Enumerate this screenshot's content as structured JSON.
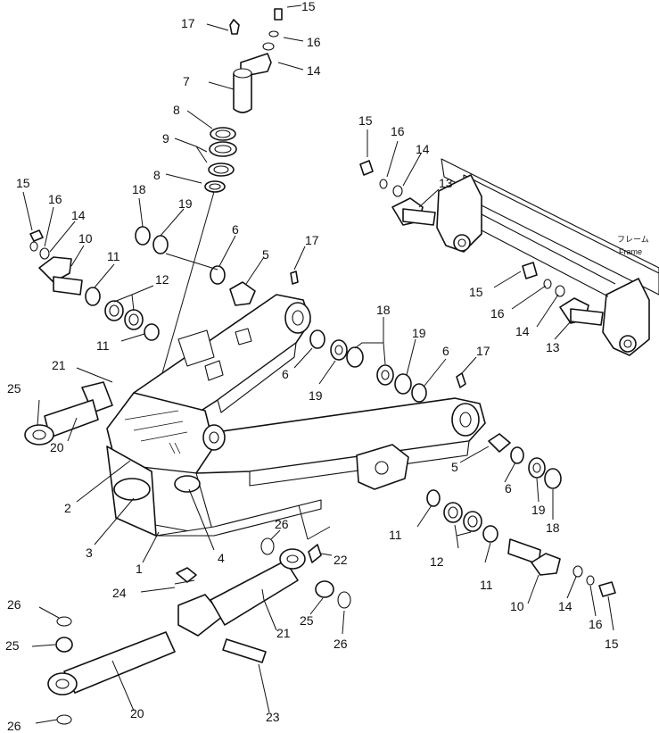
{
  "frame_label_jp": "フレーム",
  "frame_label_en": "Frame",
  "callouts": [
    {
      "id": "c17a",
      "text": "17"
    },
    {
      "id": "c15a",
      "text": "15"
    },
    {
      "id": "c16a",
      "text": "16"
    },
    {
      "id": "c7",
      "text": "7"
    },
    {
      "id": "c14a",
      "text": "14"
    },
    {
      "id": "c8a",
      "text": "8"
    },
    {
      "id": "c9",
      "text": "9"
    },
    {
      "id": "c8b",
      "text": "8"
    },
    {
      "id": "c15b",
      "text": "15"
    },
    {
      "id": "c16b",
      "text": "16"
    },
    {
      "id": "c14b",
      "text": "14"
    },
    {
      "id": "c13a",
      "text": "13"
    },
    {
      "id": "c15c",
      "text": "15"
    },
    {
      "id": "c16c",
      "text": "16"
    },
    {
      "id": "c14c",
      "text": "14"
    },
    {
      "id": "c10a",
      "text": "10"
    },
    {
      "id": "c18a",
      "text": "18"
    },
    {
      "id": "c19a",
      "text": "19"
    },
    {
      "id": "c6a",
      "text": "6"
    },
    {
      "id": "c17b",
      "text": "17"
    },
    {
      "id": "c11a",
      "text": "11"
    },
    {
      "id": "c12a",
      "text": "12"
    },
    {
      "id": "c5a",
      "text": "5"
    },
    {
      "id": "c15d",
      "text": "15"
    },
    {
      "id": "c16d",
      "text": "16"
    },
    {
      "id": "c14d",
      "text": "14"
    },
    {
      "id": "c13b",
      "text": "13"
    },
    {
      "id": "c11b",
      "text": "11"
    },
    {
      "id": "c18b",
      "text": "18"
    },
    {
      "id": "c19b",
      "text": "19"
    },
    {
      "id": "c21a",
      "text": "21"
    },
    {
      "id": "c6b",
      "text": "6"
    },
    {
      "id": "c19c",
      "text": "19"
    },
    {
      "id": "c6c",
      "text": "6"
    },
    {
      "id": "c17c",
      "text": "17"
    },
    {
      "id": "c25a",
      "text": "25"
    },
    {
      "id": "c20a",
      "text": "20"
    },
    {
      "id": "c2",
      "text": "2"
    },
    {
      "id": "c5b",
      "text": "5"
    },
    {
      "id": "c6d",
      "text": "6"
    },
    {
      "id": "c19d",
      "text": "19"
    },
    {
      "id": "c18c",
      "text": "18"
    },
    {
      "id": "c3",
      "text": "3"
    },
    {
      "id": "c4",
      "text": "4"
    },
    {
      "id": "c1",
      "text": "1"
    },
    {
      "id": "c26a",
      "text": "26"
    },
    {
      "id": "c22",
      "text": "22"
    },
    {
      "id": "c11c",
      "text": "11"
    },
    {
      "id": "c12b",
      "text": "12"
    },
    {
      "id": "c11d",
      "text": "11"
    },
    {
      "id": "c24",
      "text": "24"
    },
    {
      "id": "c10b",
      "text": "10"
    },
    {
      "id": "c14e",
      "text": "14"
    },
    {
      "id": "c16e",
      "text": "16"
    },
    {
      "id": "c15e",
      "text": "15"
    },
    {
      "id": "c26b",
      "text": "26"
    },
    {
      "id": "c25b",
      "text": "25"
    },
    {
      "id": "c21b",
      "text": "21"
    },
    {
      "id": "c25c",
      "text": "25"
    },
    {
      "id": "c26c",
      "text": "26"
    },
    {
      "id": "c20b",
      "text": "20"
    },
    {
      "id": "c23",
      "text": "23"
    },
    {
      "id": "c26d",
      "text": "26"
    }
  ]
}
